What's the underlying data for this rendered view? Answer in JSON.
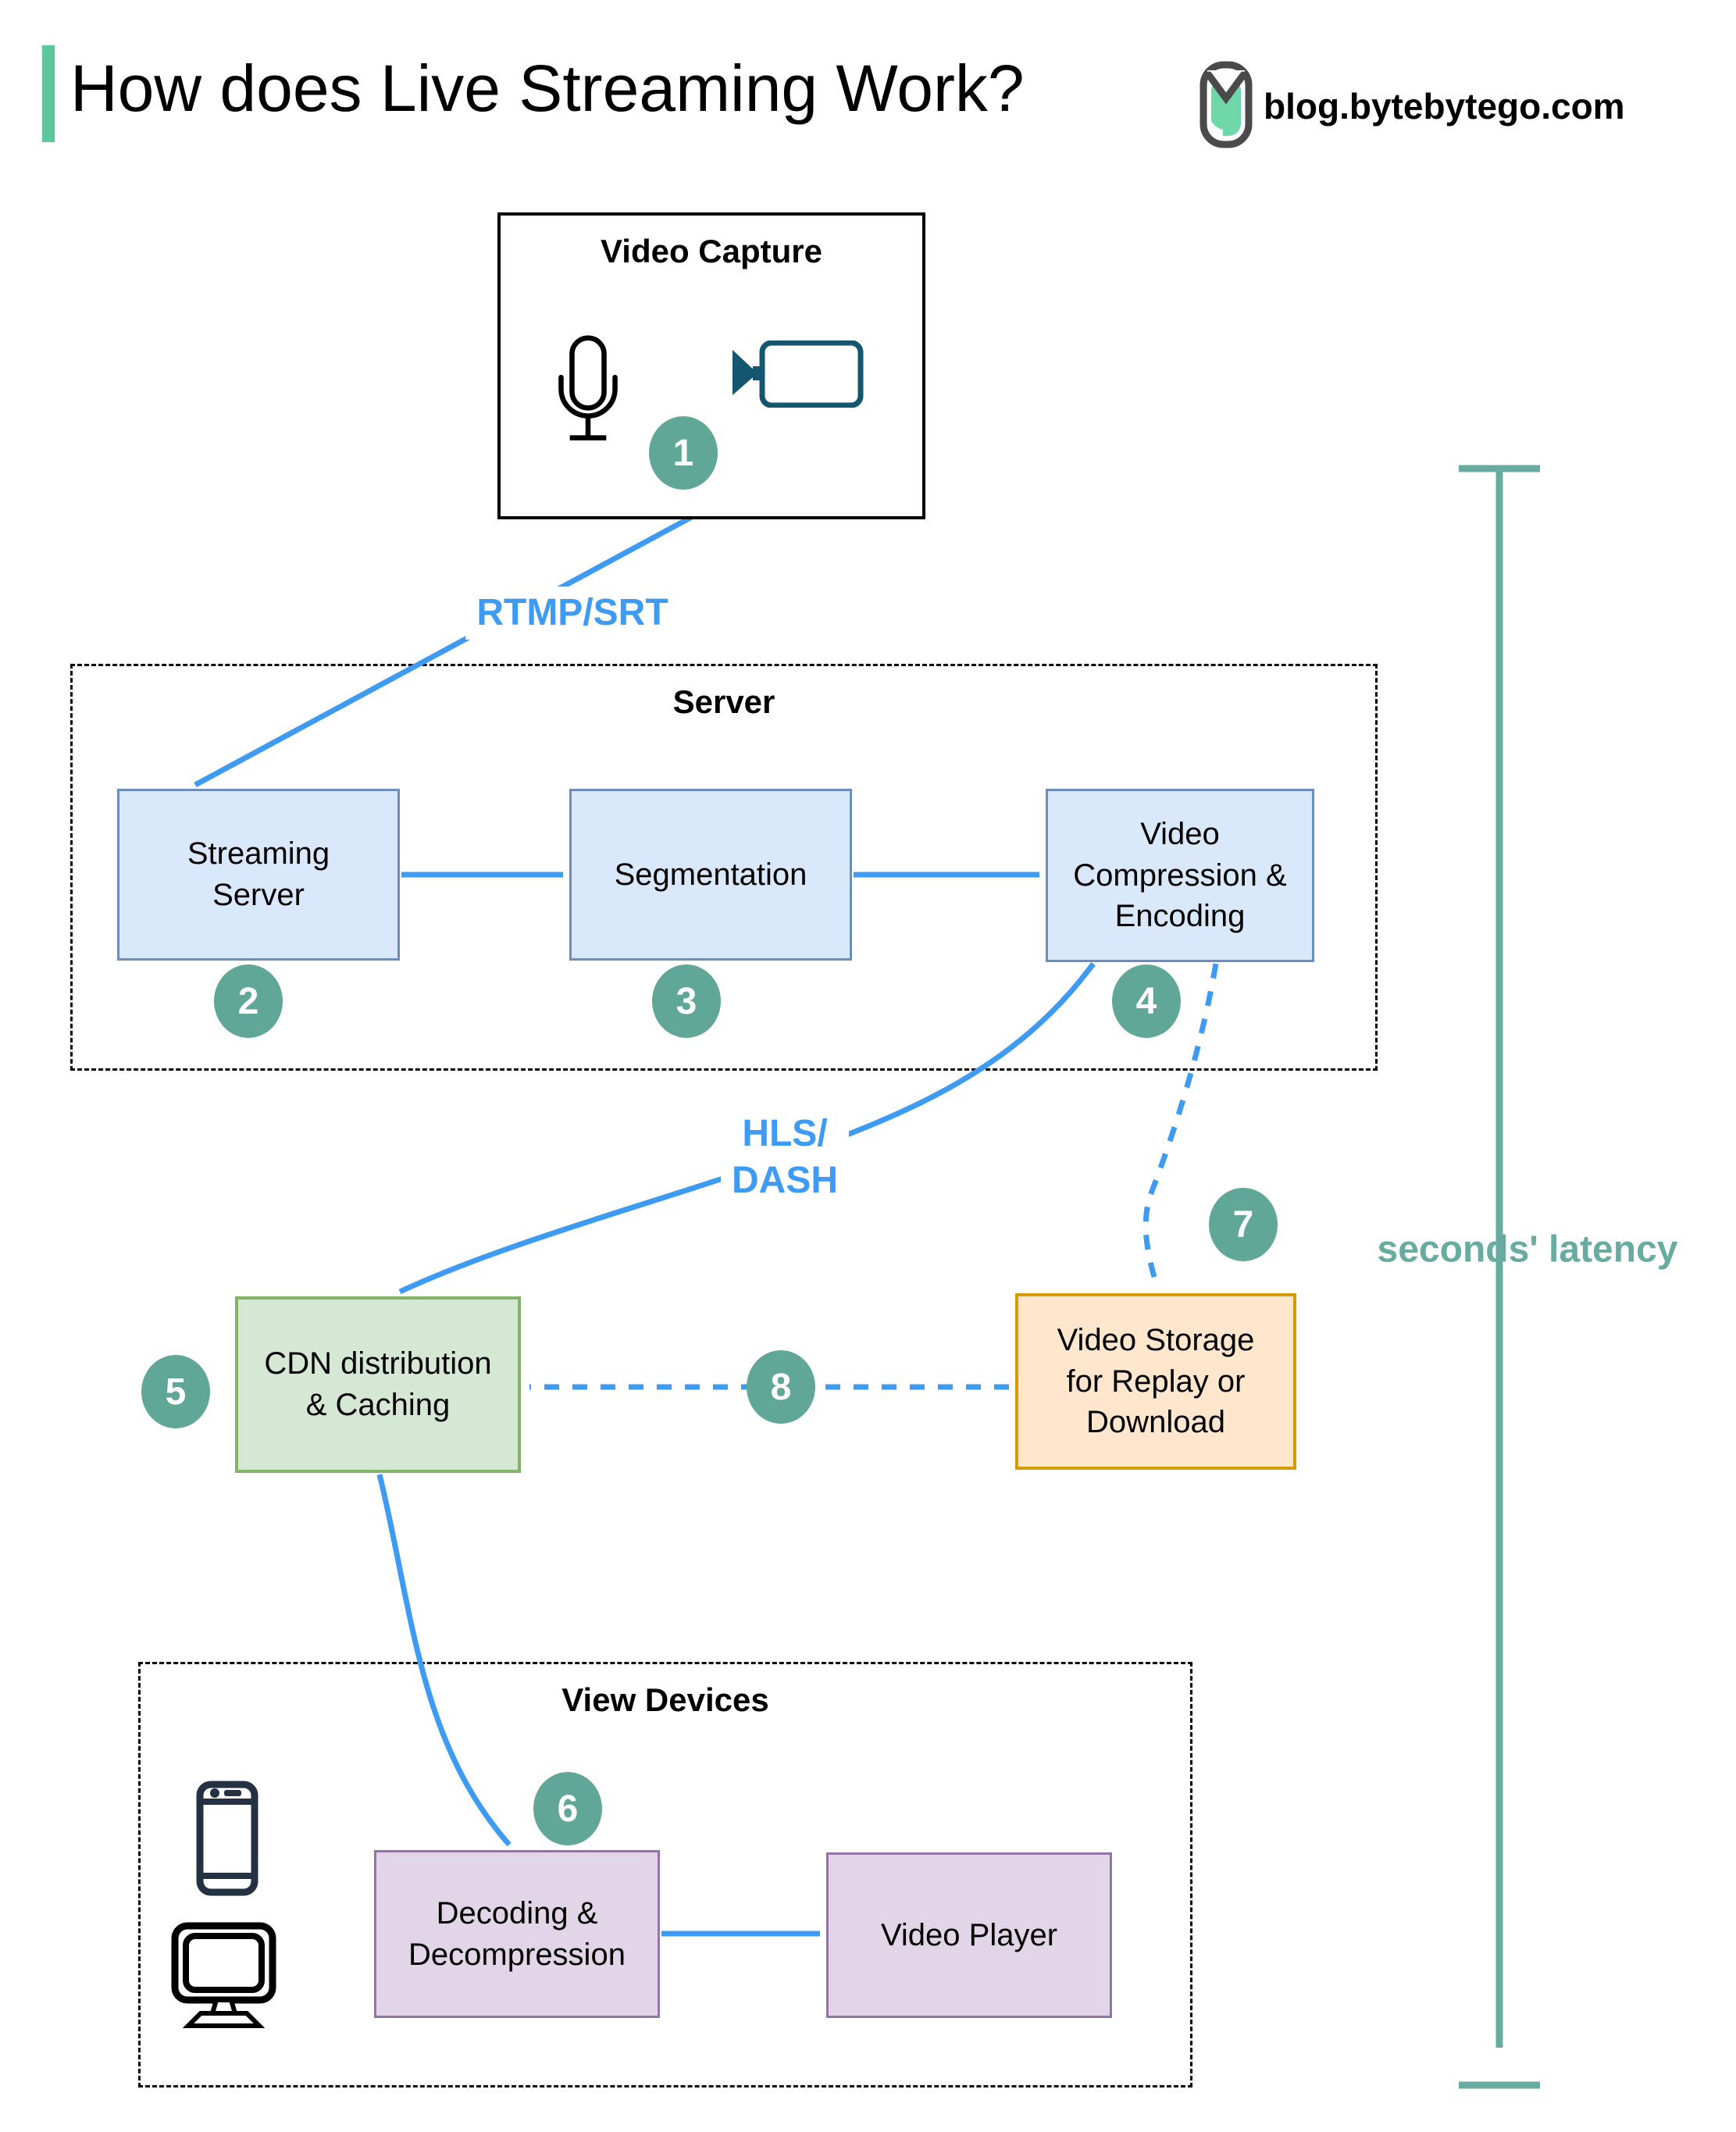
{
  "header": {
    "title": "How does Live Streaming Work?",
    "site": "blog.bytebytego.com"
  },
  "capture": {
    "title": "Video Capture"
  },
  "groups": {
    "server": {
      "title": "Server"
    },
    "view_devices": {
      "title": "View Devices"
    }
  },
  "nodes": {
    "streaming_server": {
      "label": "Streaming\nServer"
    },
    "segmentation": {
      "label": "Segmentation"
    },
    "compression": {
      "label": "Video\nCompression &\nEncoding"
    },
    "cdn": {
      "label": "CDN distribution\n& Caching"
    },
    "storage": {
      "label": "Video Storage\nfor Replay or\nDownload"
    },
    "decoding": {
      "label": "Decoding &\nDecompression"
    },
    "player": {
      "label": "Video Player"
    }
  },
  "edge_labels": {
    "rtmp": "RTMP/SRT",
    "hls": "HLS/\nDASH"
  },
  "badges": [
    "1",
    "2",
    "3",
    "4",
    "5",
    "6",
    "7",
    "8"
  ],
  "latency": {
    "label": "seconds' latency"
  },
  "icons": {
    "logo": "bytebytego-logo",
    "capture": [
      "microphone-icon",
      "video-camera-icon"
    ],
    "view_devices": [
      "smartphone-icon",
      "monitor-icon"
    ]
  },
  "colors": {
    "accent_green": "#5BC79B",
    "arrow_blue": "#3E9BF3",
    "badge_teal": "#60A797",
    "latency_teal": "#68ABA0",
    "blue_fill": "#DAE8FC",
    "blue_border": "#6C8EBF",
    "green_fill": "#D5E8D4",
    "green_border": "#82B366",
    "orange_fill": "#FFE6CC",
    "orange_border": "#D79B00",
    "purple_fill": "#E1D5E7",
    "purple_border": "#9673A6",
    "icon_navy": "#14566F",
    "device_navy": "#243142"
  }
}
